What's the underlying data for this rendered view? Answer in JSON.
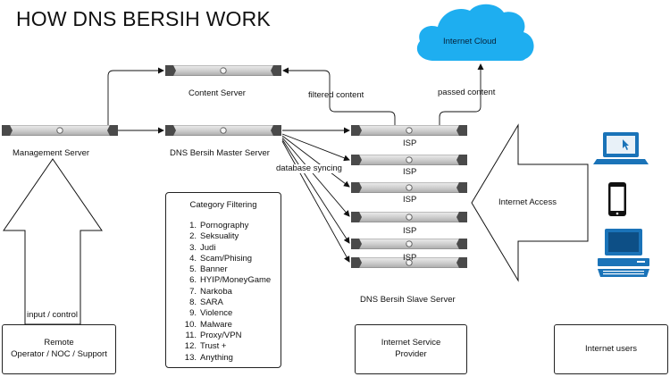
{
  "title": "HOW DNS BERSIH WORK",
  "cloud_label": "Internet Cloud",
  "servers": {
    "content": "Content Server",
    "management": "Management Server",
    "master": "DNS Bersih Master Server",
    "isp_label": "ISP",
    "slave_group": "DNS Bersih Slave Server"
  },
  "edges": {
    "filtered": "filtered content",
    "passed": "passed content",
    "syncing": "database syncing",
    "input": "input / control",
    "internet_access": "Internet Access"
  },
  "boxes": {
    "remote_line1": "Remote",
    "remote_line2": "Operator / NOC / Support",
    "isp_line1": "Internet Service",
    "isp_line2": "Provider",
    "users": "Internet users"
  },
  "category": {
    "heading": "Category Filtering",
    "items": [
      {
        "n": "1.",
        "label": "Pornography"
      },
      {
        "n": "2.",
        "label": "Seksuality"
      },
      {
        "n": "3.",
        "label": "Judi"
      },
      {
        "n": "4.",
        "label": "Scam/Phising"
      },
      {
        "n": "5.",
        "label": "Banner"
      },
      {
        "n": "6.",
        "label": "HYIP/MoneyGame"
      },
      {
        "n": "7.",
        "label": "Narkoba"
      },
      {
        "n": "8.",
        "label": "SARA"
      },
      {
        "n": "9.",
        "label": "Violence"
      },
      {
        "n": "10.",
        "label": "Malware"
      },
      {
        "n": "11.",
        "label": "Proxy/VPN"
      },
      {
        "n": "12.",
        "label": "Trust +"
      },
      {
        "n": "13.",
        "label": "Anything"
      }
    ]
  },
  "colors": {
    "cloud": "#1eaef0",
    "device_blue": "#1a73b8",
    "server_body": "#d4d4d4",
    "server_end": "#4a4a4a"
  },
  "icons": [
    "laptop-icon",
    "smartphone-icon",
    "desktop-computer-icon"
  ]
}
